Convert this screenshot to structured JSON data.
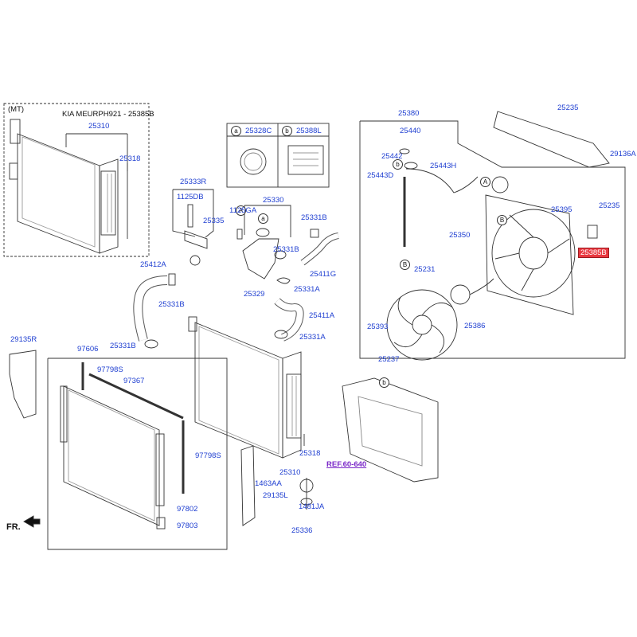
{
  "notes": {
    "mt": "(MT)",
    "subtitle": "KIA MEURPH921 - 25385B",
    "fr": "FR."
  },
  "markers": {
    "a": "a",
    "b": "b",
    "A": "A",
    "B": "B"
  },
  "inset_table": {
    "col_a_marker": "a",
    "col_a_part": "25328C",
    "col_b_marker": "b",
    "col_b_part": "25388L"
  },
  "parts": {
    "p25310_top": "25310",
    "p25318_top": "25318",
    "p25333R": "25333R",
    "p1125DB": "1125DB",
    "p25335": "25335",
    "p25330": "25330",
    "p1125GA": "1125GA",
    "p25331B_1": "25331B",
    "p25331B_2": "25331B",
    "p25411G": "25411G",
    "p25329": "25329",
    "p25331A_1": "25331A",
    "p25411A": "25411A",
    "p25331A_2": "25331A",
    "p25412A": "25412A",
    "p25331B_3": "25331B",
    "p25331B_4": "25331B",
    "p29135R": "29135R",
    "p97606": "97606",
    "p97798S_1": "97798S",
    "p97367": "97367",
    "p97798S_2": "97798S",
    "p97802": "97802",
    "p97803": "97803",
    "p25318_bot": "25318",
    "p25310_bot": "25310",
    "p1463AA": "1463AA",
    "p29135L": "29135L",
    "p1481JA": "1481JA",
    "p25336": "25336",
    "p25380": "25380",
    "p25440": "25440",
    "p25442": "25442",
    "p25443H": "25443H",
    "p25443D": "25443D",
    "p25235_1": "25235",
    "p29136A": "29136A",
    "p25395": "25395",
    "p25235_2": "25235",
    "p25350": "25350",
    "p25385B": "25385B",
    "p25231": "25231",
    "p25393": "25393",
    "p25386": "25386",
    "p25237": "25237",
    "ref": "REF.60-640"
  }
}
